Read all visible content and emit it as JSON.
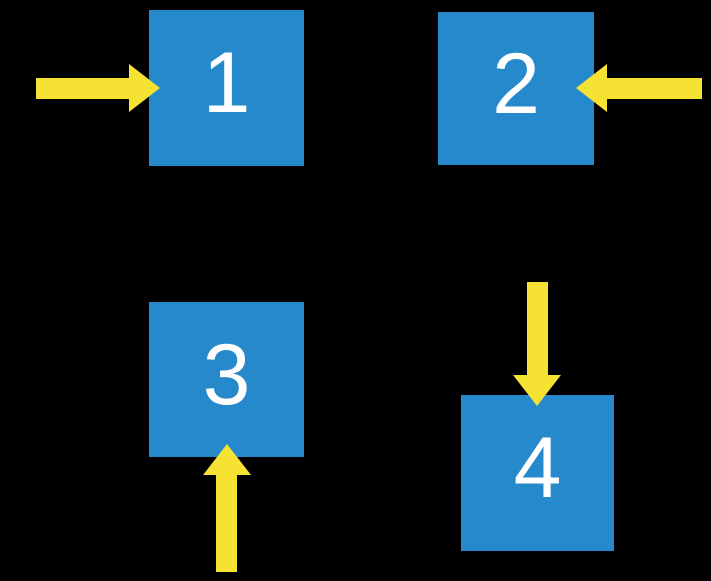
{
  "scene": {
    "background_color": "#000000",
    "box_color": "#2589CB",
    "arrow_color": "#F5E232",
    "number_color": "#FFFFFF"
  },
  "boxes": [
    {
      "label": "1",
      "arrow_direction": "right",
      "arrow_points_at": "left-side-of-box-1"
    },
    {
      "label": "2",
      "arrow_direction": "left",
      "arrow_points_at": "right-side-of-box-2"
    },
    {
      "label": "3",
      "arrow_direction": "up",
      "arrow_points_at": "bottom-side-of-box-3"
    },
    {
      "label": "4",
      "arrow_direction": "down",
      "arrow_points_at": "top-side-of-box-4"
    }
  ]
}
